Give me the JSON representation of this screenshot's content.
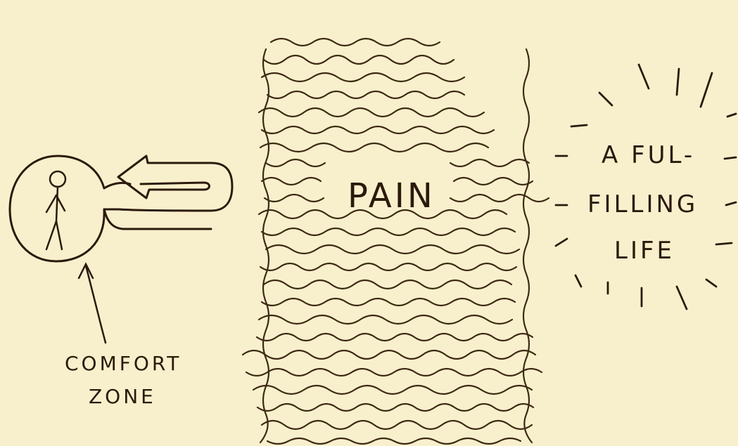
{
  "labels": {
    "comfort_line1": "COMFORT",
    "comfort_line2": "ZONE",
    "pain": "PAIN",
    "life_line1": "A FUL-",
    "life_line2": "FILLING",
    "life_line3": "LIFE"
  },
  "colors": {
    "paper": "#f8f0cc",
    "ink": "#2b1a0c",
    "scribble": "#3d2914"
  }
}
